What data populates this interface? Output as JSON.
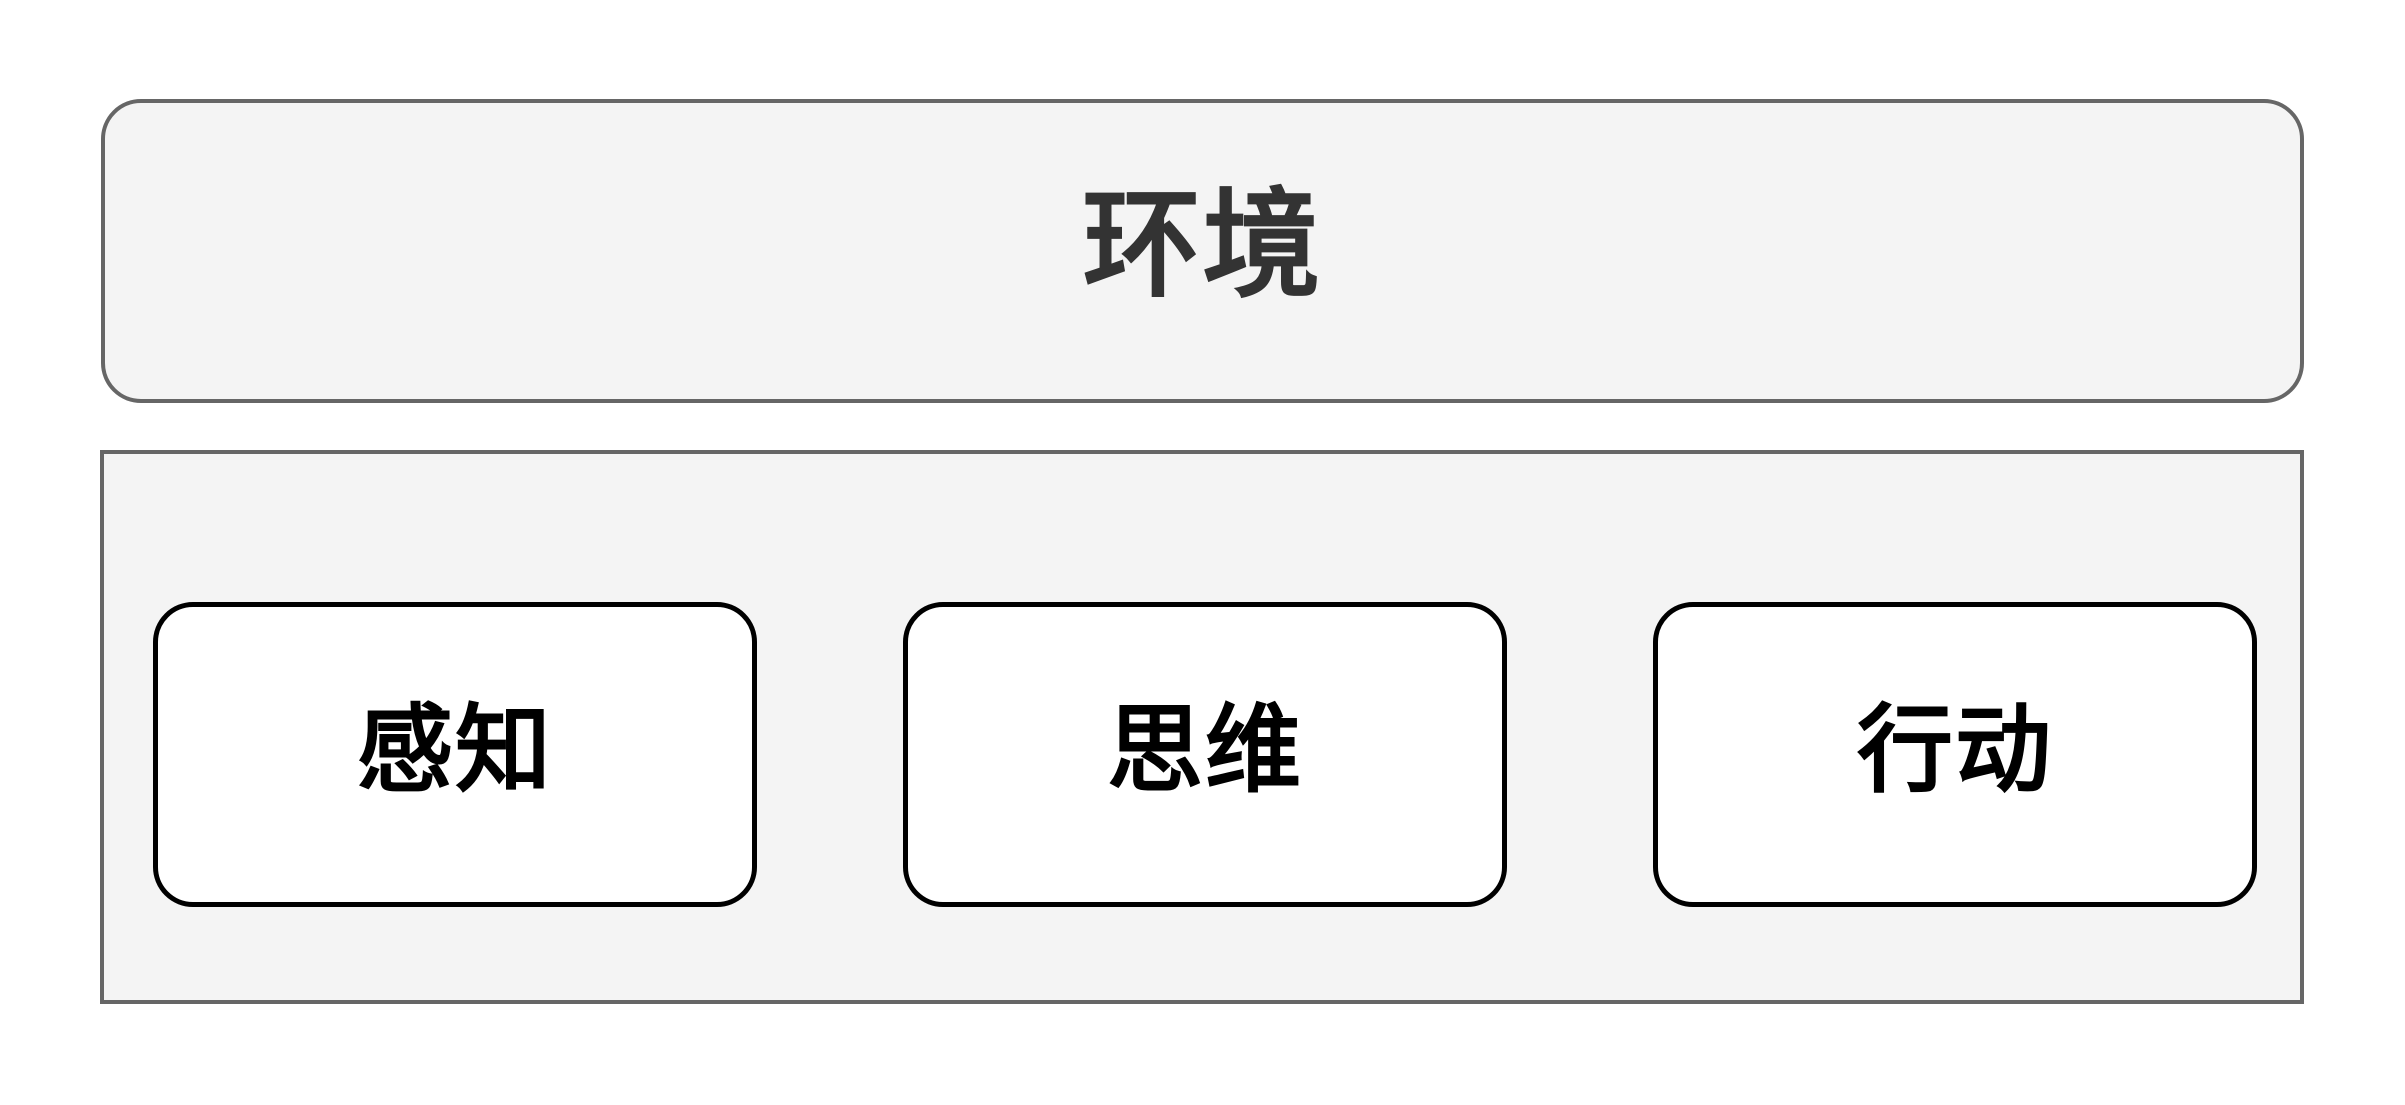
{
  "diagram": {
    "environment_label": "环境",
    "agent_nodes": [
      {
        "id": "perception",
        "label": "感知"
      },
      {
        "id": "thinking",
        "label": "思维"
      },
      {
        "id": "action",
        "label": "行动"
      }
    ]
  },
  "colors": {
    "canvas_bg": "#ffffff",
    "container_fill": "#f4f4f4",
    "container_border": "#666666",
    "node_fill": "#ffffff",
    "node_border": "#000000",
    "env_text": "#333333",
    "node_text": "#000000"
  }
}
